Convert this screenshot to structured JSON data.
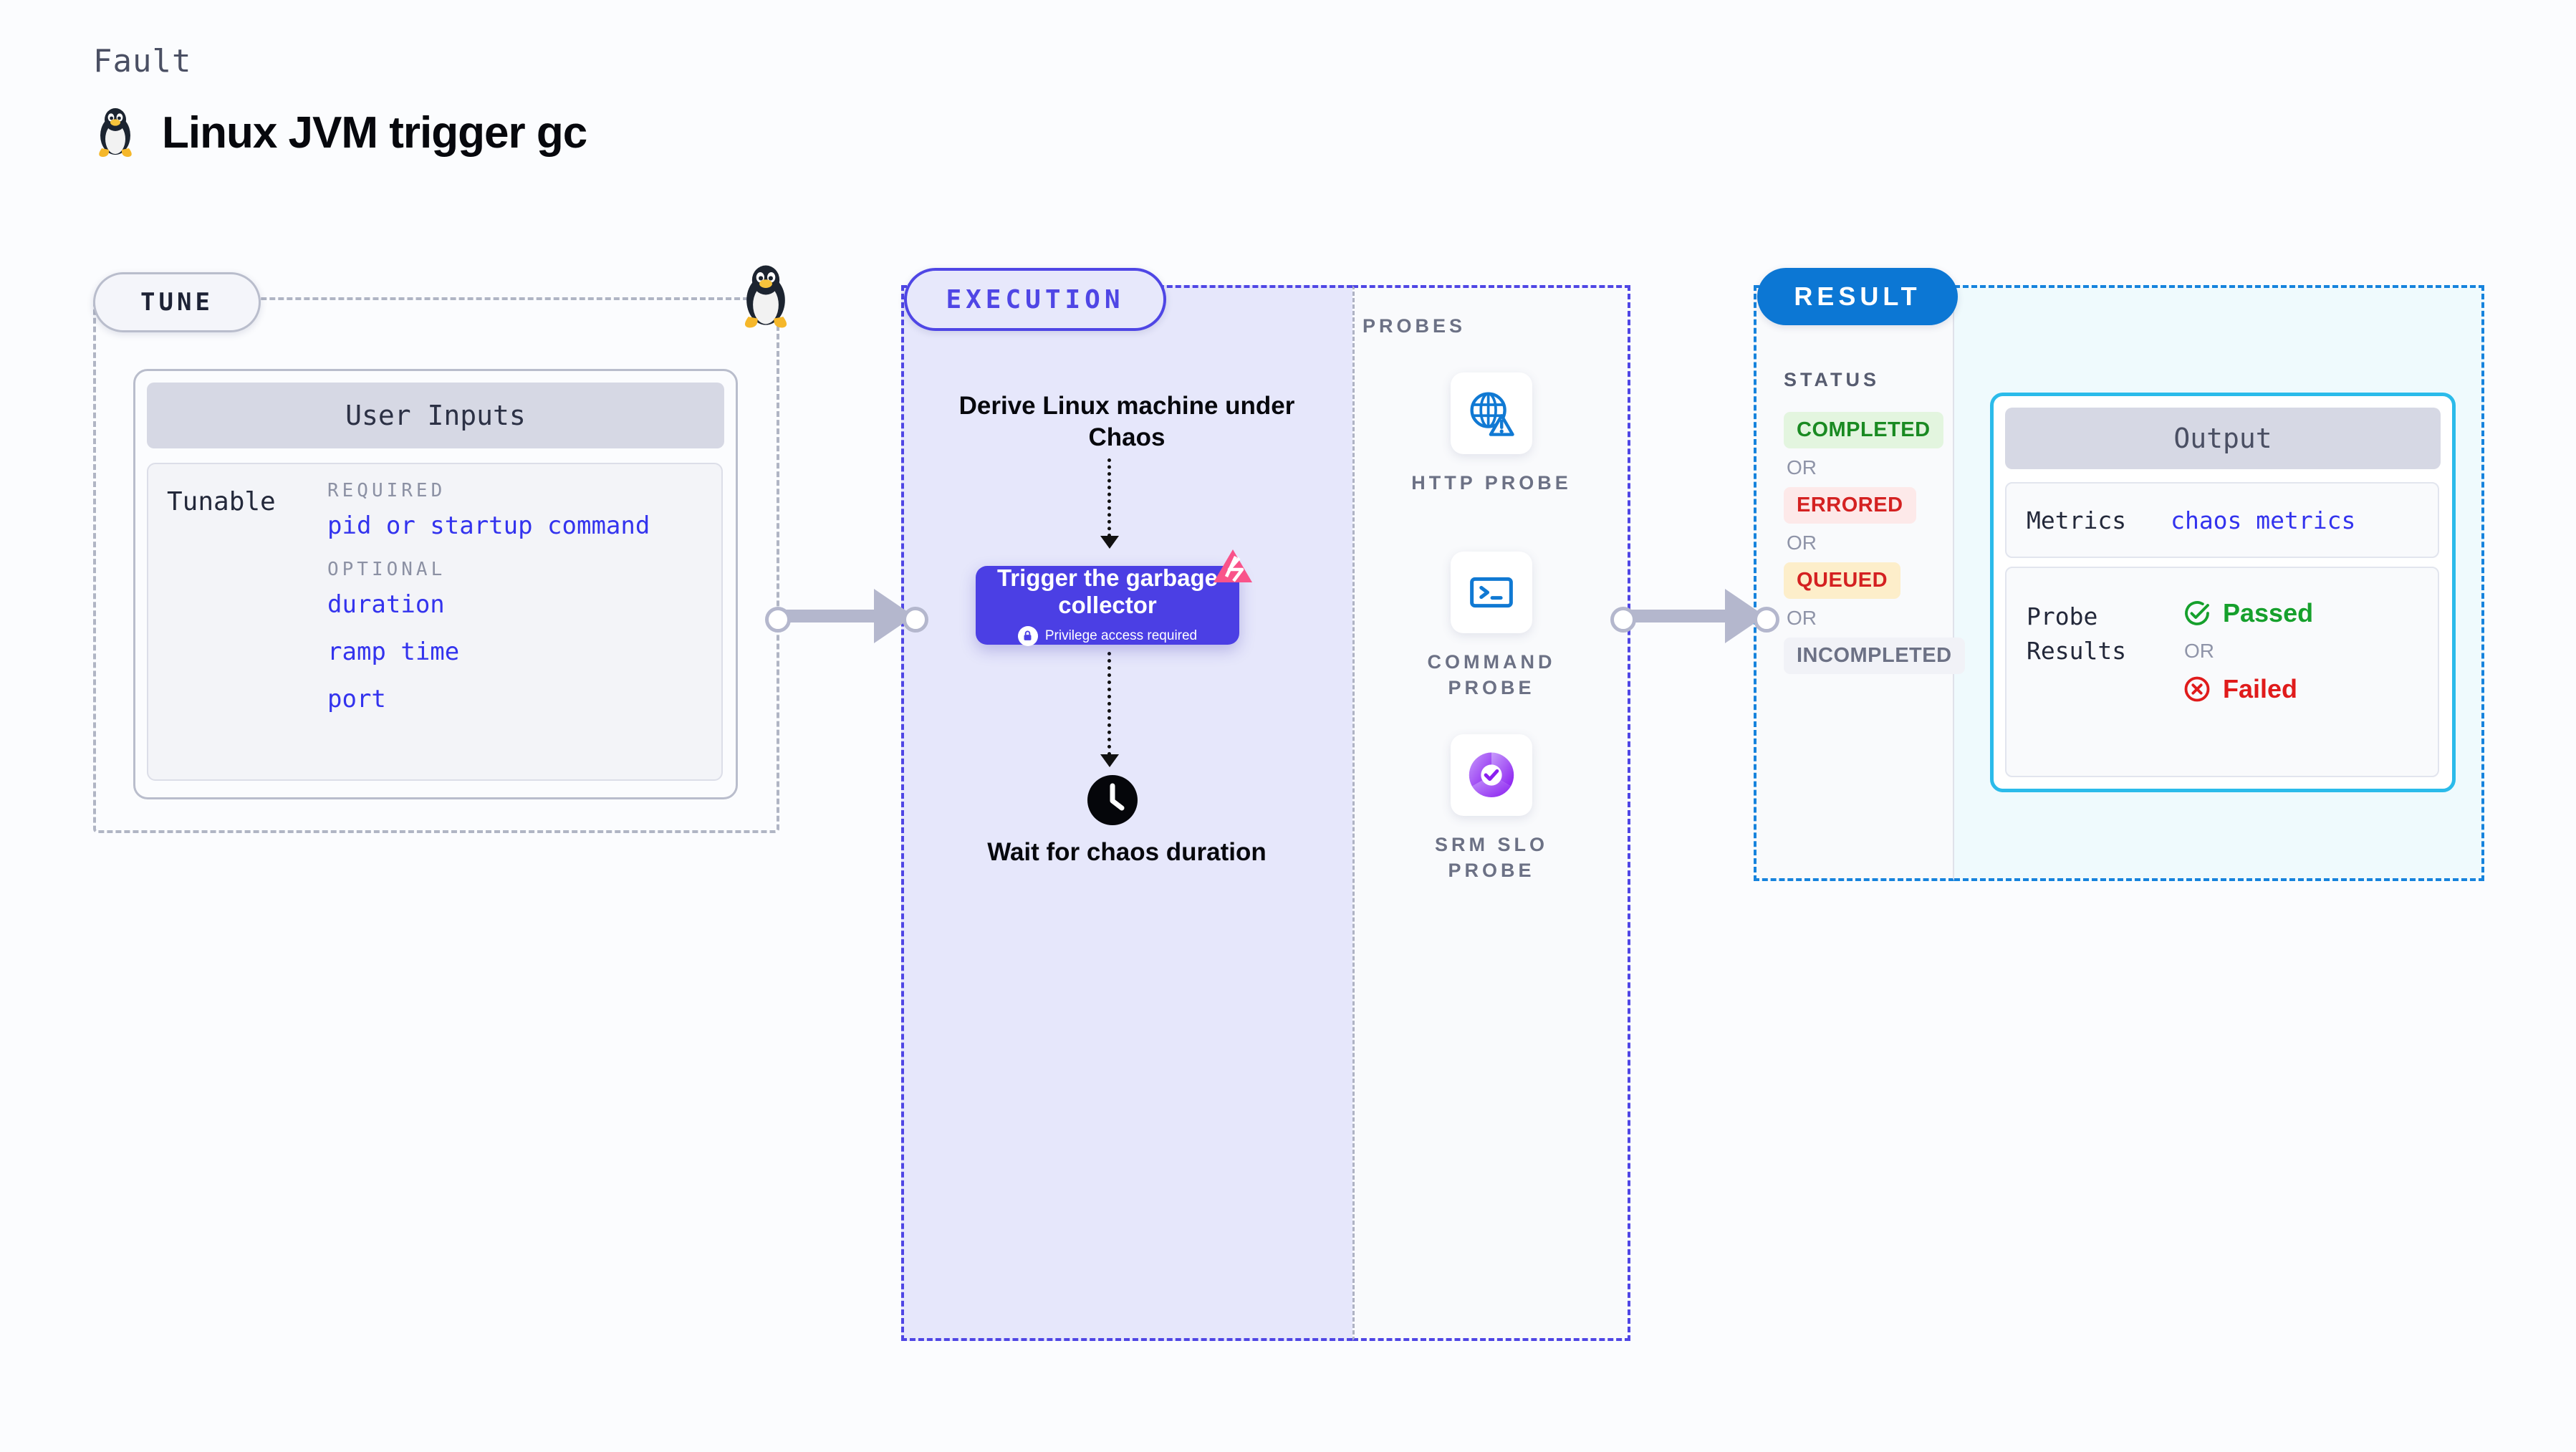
{
  "header": {
    "kicker": "Fault",
    "title": "Linux JVM trigger gc",
    "icon": "tux-penguin-icon"
  },
  "tune": {
    "pill_label": "TUNE",
    "connector_icon": "tux-penguin-icon",
    "card_title": "User Inputs",
    "tunable_label": "Tunable",
    "groups": [
      {
        "label": "REQUIRED",
        "items": [
          "pid or startup command"
        ]
      },
      {
        "label": "OPTIONAL",
        "items": [
          "duration",
          "ramp time",
          "port"
        ]
      }
    ]
  },
  "execution": {
    "pill_label": "EXECUTION",
    "step_title": "Derive Linux machine under Chaos",
    "action": {
      "title": "Trigger the garbage collector",
      "subtitle": "Privilege access required",
      "lock_icon": "lock-icon",
      "corner_badge_icon": "harness-chaos-badge-icon"
    },
    "wait": {
      "icon": "clock-icon",
      "title": "Wait for chaos duration"
    }
  },
  "probes": {
    "section_label": "PROBES",
    "items": [
      {
        "name": "HTTP PROBE",
        "icon": "globe-warning-icon"
      },
      {
        "name": "COMMAND PROBE",
        "icon": "terminal-icon"
      },
      {
        "name": "SRM SLO PROBE",
        "icon": "slo-donut-check-icon"
      }
    ]
  },
  "result": {
    "pill_label": "RESULT",
    "status_label": "STATUS",
    "or_label": "OR",
    "statuses": [
      {
        "label": "COMPLETED",
        "bg": "#e3f5df",
        "fg": "#1a8a22"
      },
      {
        "label": "ERRORED",
        "bg": "#fde9e9",
        "fg": "#d42121"
      },
      {
        "label": "QUEUED",
        "bg": "#fdeeca",
        "fg": "#d42121"
      },
      {
        "label": "INCOMPLETED",
        "bg": "#f1f2f7",
        "fg": "#6c7185"
      }
    ],
    "output": {
      "card_title": "Output",
      "metrics_key": "Metrics",
      "metrics_value": "chaos metrics",
      "probe_results_key": "Probe Results",
      "passed_label": "Passed",
      "failed_label": "Failed",
      "passed_icon": "check-circle-icon",
      "failed_icon": "x-circle-icon",
      "or_label": "OR"
    }
  },
  "colors": {
    "execution_accent": "#4f46e5",
    "result_accent": "#0c77d4",
    "output_border": "#2bbbea",
    "tunable_link": "#3333ee",
    "passed": "#16a02c",
    "failed": "#e01b1b"
  }
}
